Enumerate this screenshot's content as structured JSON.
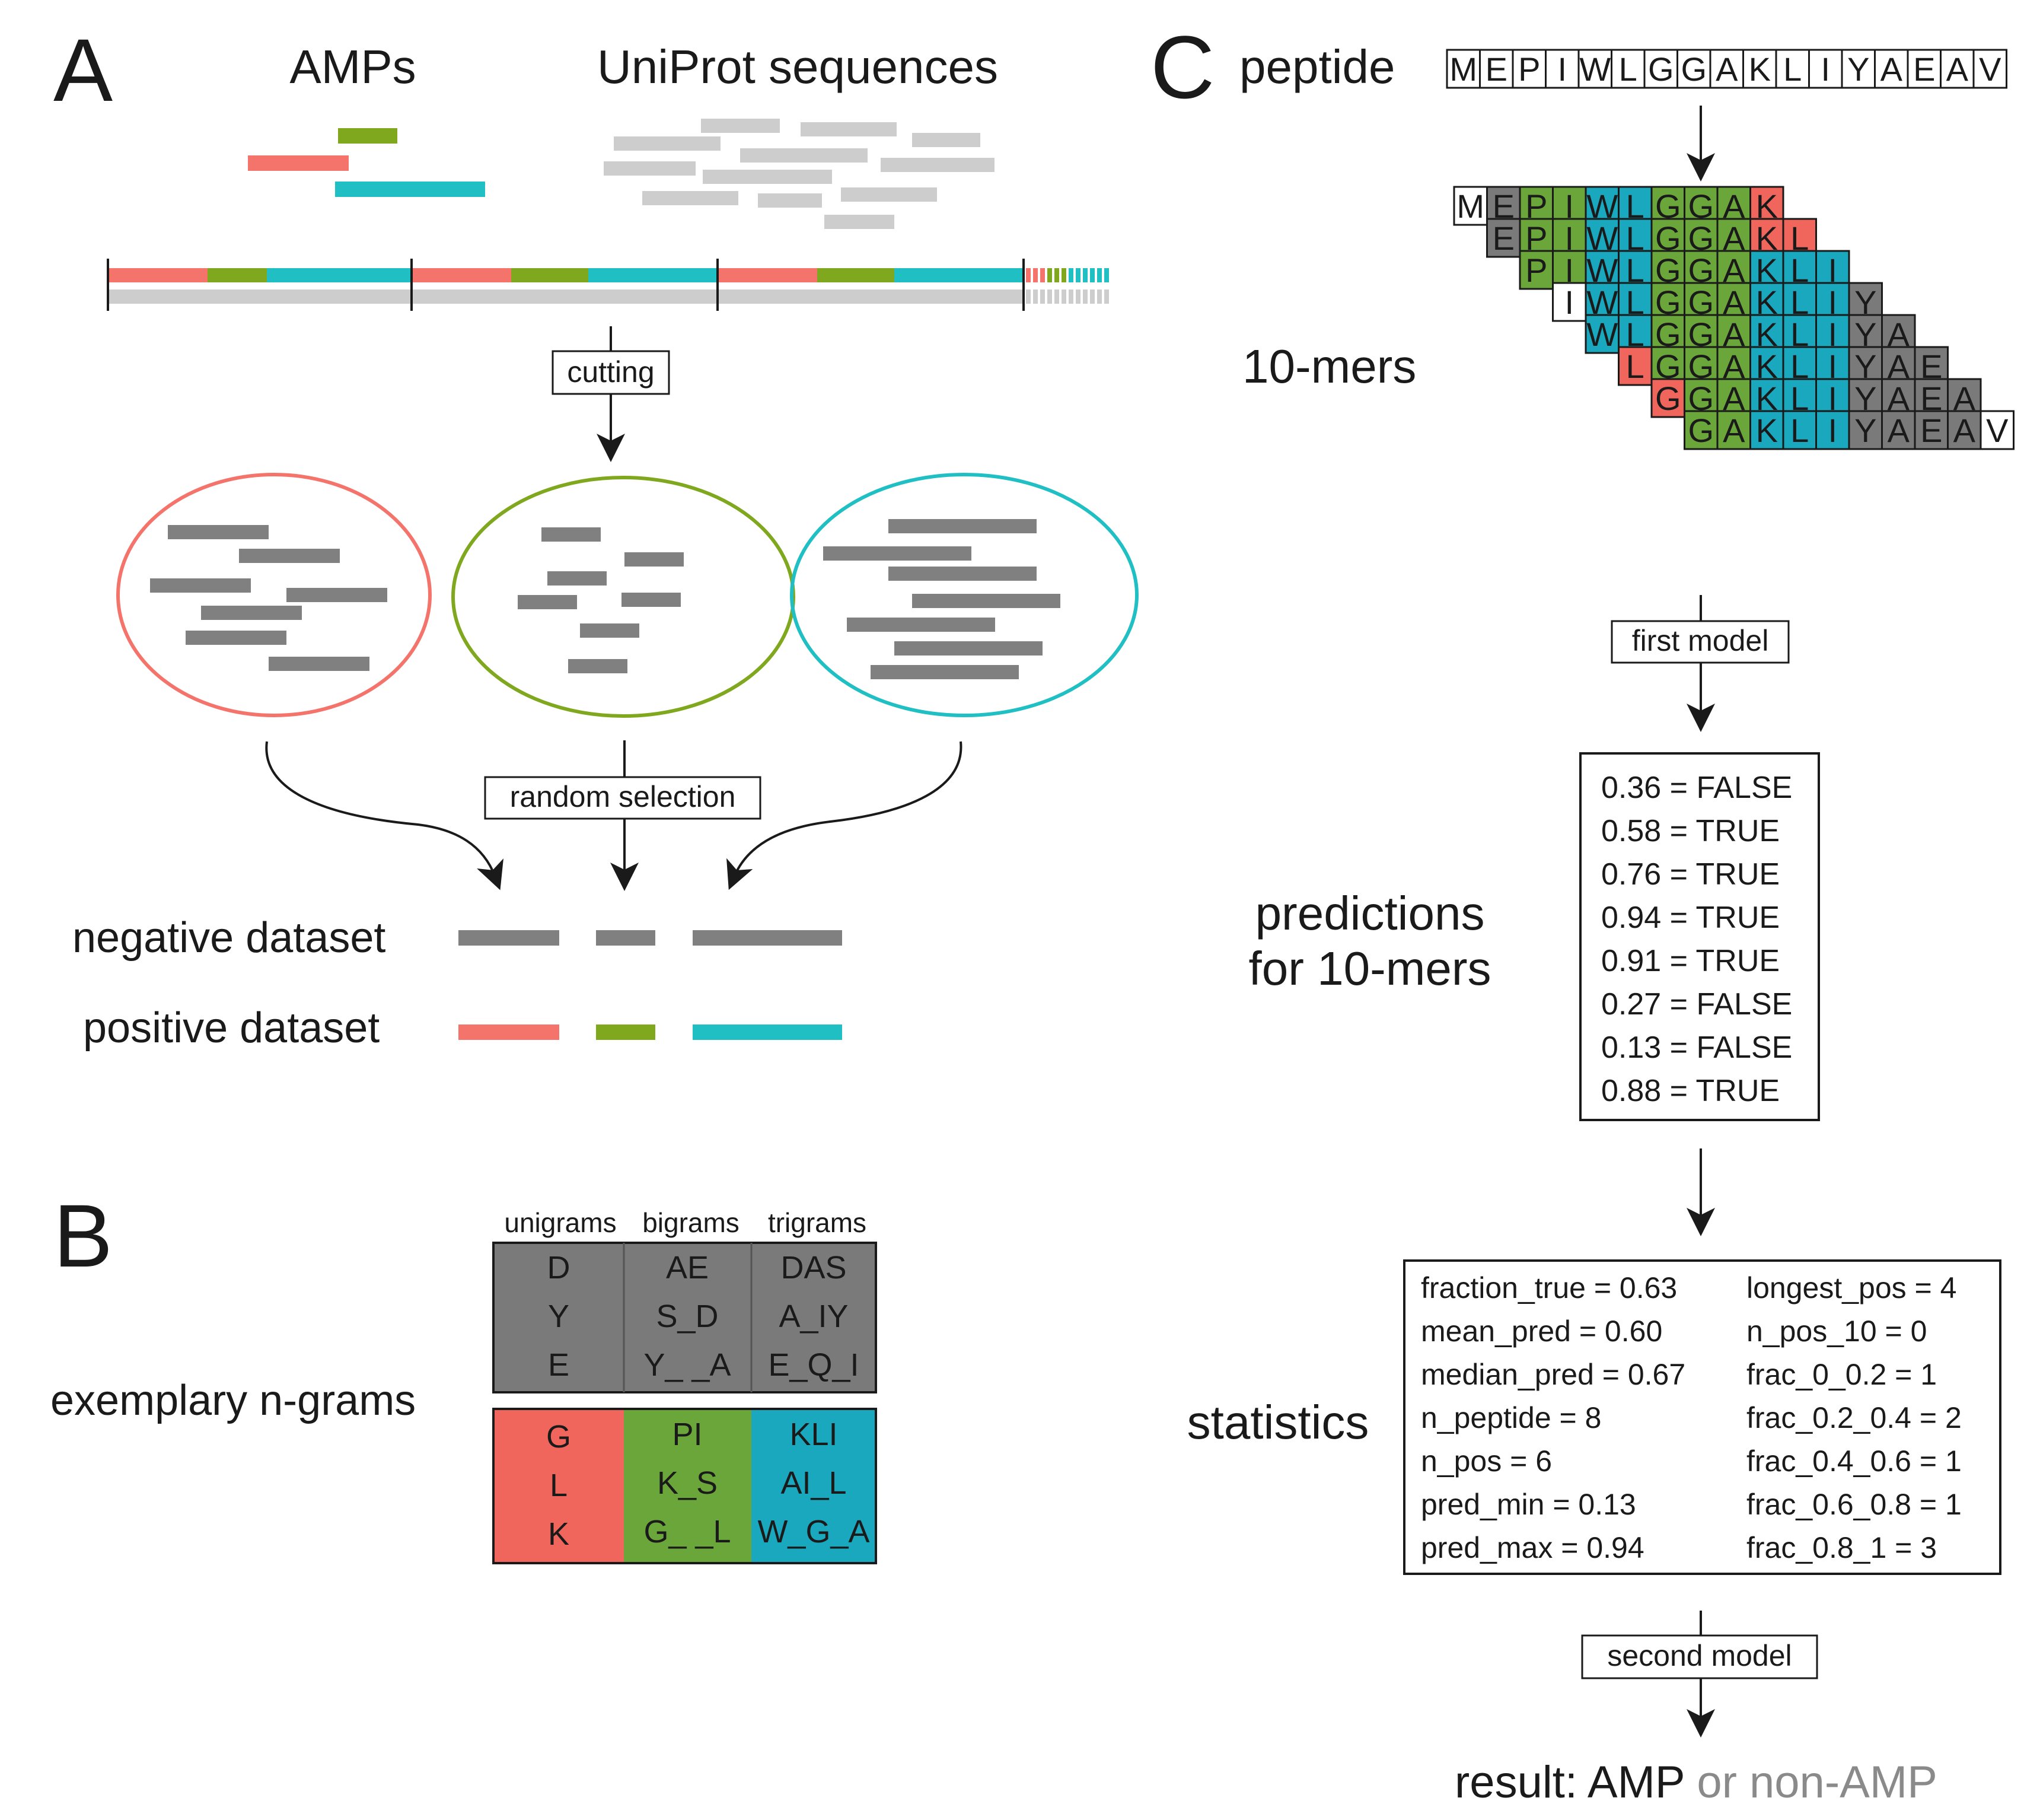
{
  "colors": {
    "red": "#f4736a",
    "green": "#80a81e",
    "teal": "#1fbfc4",
    "dark_gray": "#808080",
    "light_gray": "#cdcdcd",
    "cell_red": "#f0665c",
    "cell_green": "#6aa63a",
    "cell_teal": "#1aa8bf",
    "cell_gray": "#7a7a7a"
  },
  "panel_a": {
    "letter": "A",
    "amps_label": "AMPs",
    "uniprot_label": "UniProt sequences",
    "cutting_label": "cutting",
    "random_selection_label": "random selection",
    "negative_label": "negative dataset",
    "positive_label": "positive dataset"
  },
  "panel_b": {
    "letter": "B",
    "exemplary_label": "exemplary n-grams",
    "headers": [
      "unigrams",
      "bigrams",
      "trigrams"
    ],
    "negative": [
      [
        "D",
        "Y",
        "E"
      ],
      [
        "AE",
        "S_D",
        "Y_ _A"
      ],
      [
        "DAS",
        "A_IY",
        "E_Q_I"
      ]
    ],
    "positive": [
      [
        "G",
        "L",
        "K"
      ],
      [
        "PI",
        "K_S",
        "G_ _L"
      ],
      [
        "KLI",
        "AI_L",
        "W_G_A"
      ]
    ]
  },
  "panel_c": {
    "letter": "C",
    "peptide_label": "peptide",
    "peptide": [
      "M",
      "E",
      "P",
      "I",
      "W",
      "L",
      "G",
      "G",
      "A",
      "K",
      "L",
      "I",
      "Y",
      "A",
      "E",
      "A",
      "V"
    ],
    "tenmers_label": "10-mers",
    "cell_colors": [
      "w",
      "g",
      "g",
      "g",
      "t",
      "t",
      "g",
      "g",
      "g",
      "t",
      "t",
      "t",
      "g",
      "g",
      "g",
      "g",
      "w"
    ],
    "kmers": [
      [
        "w",
        "g",
        "g",
        "g",
        "t",
        "t",
        "g",
        "g",
        "g",
        "r"
      ],
      [
        "g",
        "g",
        "g",
        "t",
        "t",
        "g",
        "g",
        "g",
        "r",
        "r"
      ],
      [
        "g",
        "g",
        "t",
        "t",
        "g",
        "g",
        "g",
        "t",
        "t",
        "t"
      ],
      [
        "w",
        "t",
        "t",
        "g",
        "g",
        "g",
        "t",
        "t",
        "t",
        "g"
      ],
      [
        "t",
        "t",
        "g",
        "g",
        "g",
        "t",
        "t",
        "t",
        "g",
        "g"
      ],
      [
        "r",
        "r",
        "g",
        "g",
        "t",
        "t",
        "t",
        "g",
        "g",
        "g"
      ],
      [
        "r",
        "g",
        "g",
        "t",
        "t",
        "t",
        "g",
        "g",
        "g",
        "g"
      ],
      [
        "g",
        "g",
        "t",
        "t",
        "t",
        "g",
        "g",
        "g",
        "g",
        "w"
      ]
    ],
    "first_model_label": "first model",
    "predictions_label_1": "predictions",
    "predictions_label_2": "for 10-mers",
    "predictions": [
      "0.36 = FALSE",
      "0.58 = TRUE",
      "0.76 = TRUE",
      "0.94 = TRUE",
      "0.91 = TRUE",
      "0.27 = FALSE",
      "0.13 = FALSE",
      "0.88 = TRUE"
    ],
    "statistics_label": "statistics",
    "stats_left": [
      "fraction_true = 0.63",
      "mean_pred = 0.60",
      "median_pred = 0.67",
      "n_peptide = 8",
      "n_pos = 6",
      "pred_min = 0.13",
      "pred_max = 0.94"
    ],
    "stats_right": [
      "longest_pos = 4",
      "n_pos_10 = 0",
      "frac_0_0.2 = 1",
      "frac_0.2_0.4 = 2",
      "frac_0.4_0.6 = 1",
      "frac_0.6_0.8 = 1",
      "frac_0.8_1 = 3"
    ],
    "second_model_label": "second model",
    "result_prefix": "result: ",
    "result_amp": "AMP",
    "result_or": " or non-AMP"
  }
}
